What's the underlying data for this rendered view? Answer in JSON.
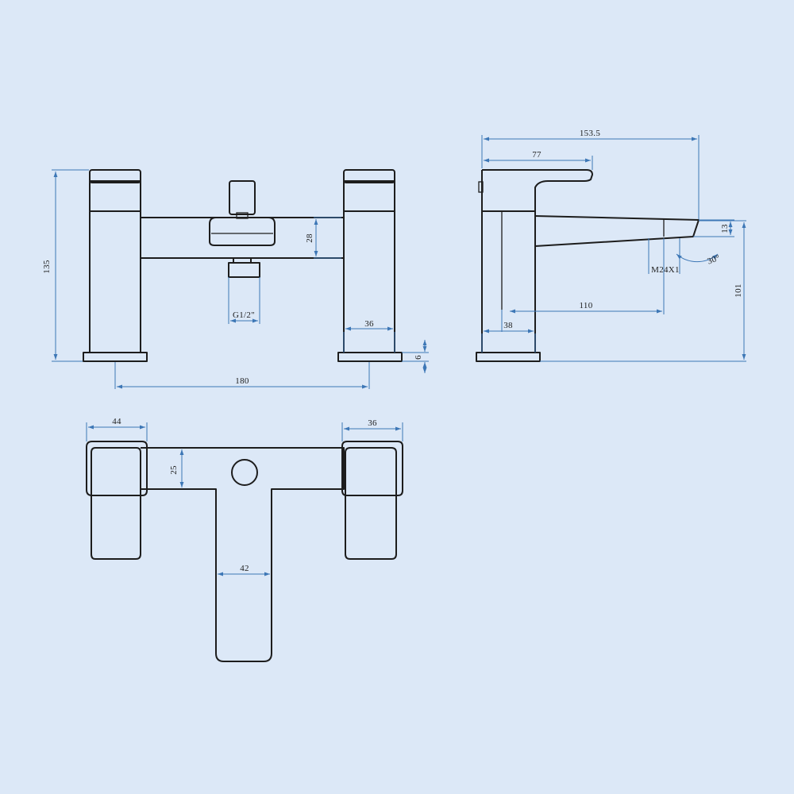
{
  "colors": {
    "background": "#dce8f7",
    "outline": "#1d1d1d",
    "dimension_line": "#3d77b6"
  },
  "front_view": {
    "dim_total_height": "135",
    "dim_diverter_body": "28",
    "dim_outlet_thread": "G1/2\"",
    "dim_pillar_width": "36",
    "dim_base_plate": "6",
    "dim_centres": "180"
  },
  "side_view": {
    "dim_total_reach": "153.5",
    "dim_handle_reach": "77",
    "dim_spout_tip": "13",
    "dim_spout_angle": "30°",
    "dim_thread_spec": "M24X1",
    "dim_spout_reach": "110",
    "dim_body_width": "38",
    "dim_spout_height": "101"
  },
  "top_view": {
    "dim_left_handle": "44",
    "dim_right_handle": "36",
    "dim_bridge_depth": "25",
    "dim_spout_width": "42"
  }
}
